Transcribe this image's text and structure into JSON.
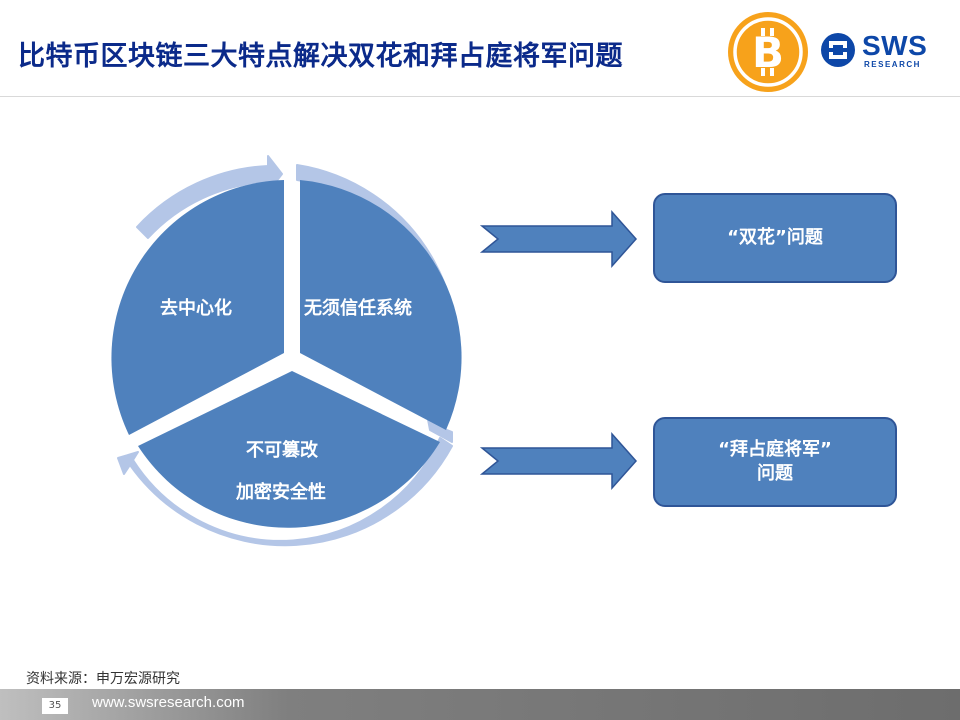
{
  "header": {
    "title": "比特币区块链三大特点解决双花和拜占庭将军问题",
    "coin_icon": "bitcoin-icon",
    "logo_text": "SWS",
    "logo_sub": "RESEARCH"
  },
  "cycle": {
    "segments": [
      {
        "label": "去中心化"
      },
      {
        "label": "无须信任系统"
      },
      {
        "label_line1": "不可篡改",
        "label_line2": "加密安全性"
      }
    ]
  },
  "outcomes": [
    {
      "line1": "“双花”问题"
    },
    {
      "line1": "“拜占庭将军”",
      "line2": "问题"
    }
  ],
  "footer": {
    "source": "资料来源：申万宏源研究",
    "page_number": "35",
    "url": "www.swsresearch.com"
  },
  "colors": {
    "title": "#0b2a8a",
    "segment_fill": "#4f81bd",
    "ring": "#b4c6e7",
    "box_border": "#2f5597",
    "coin": "#f7a21b"
  }
}
